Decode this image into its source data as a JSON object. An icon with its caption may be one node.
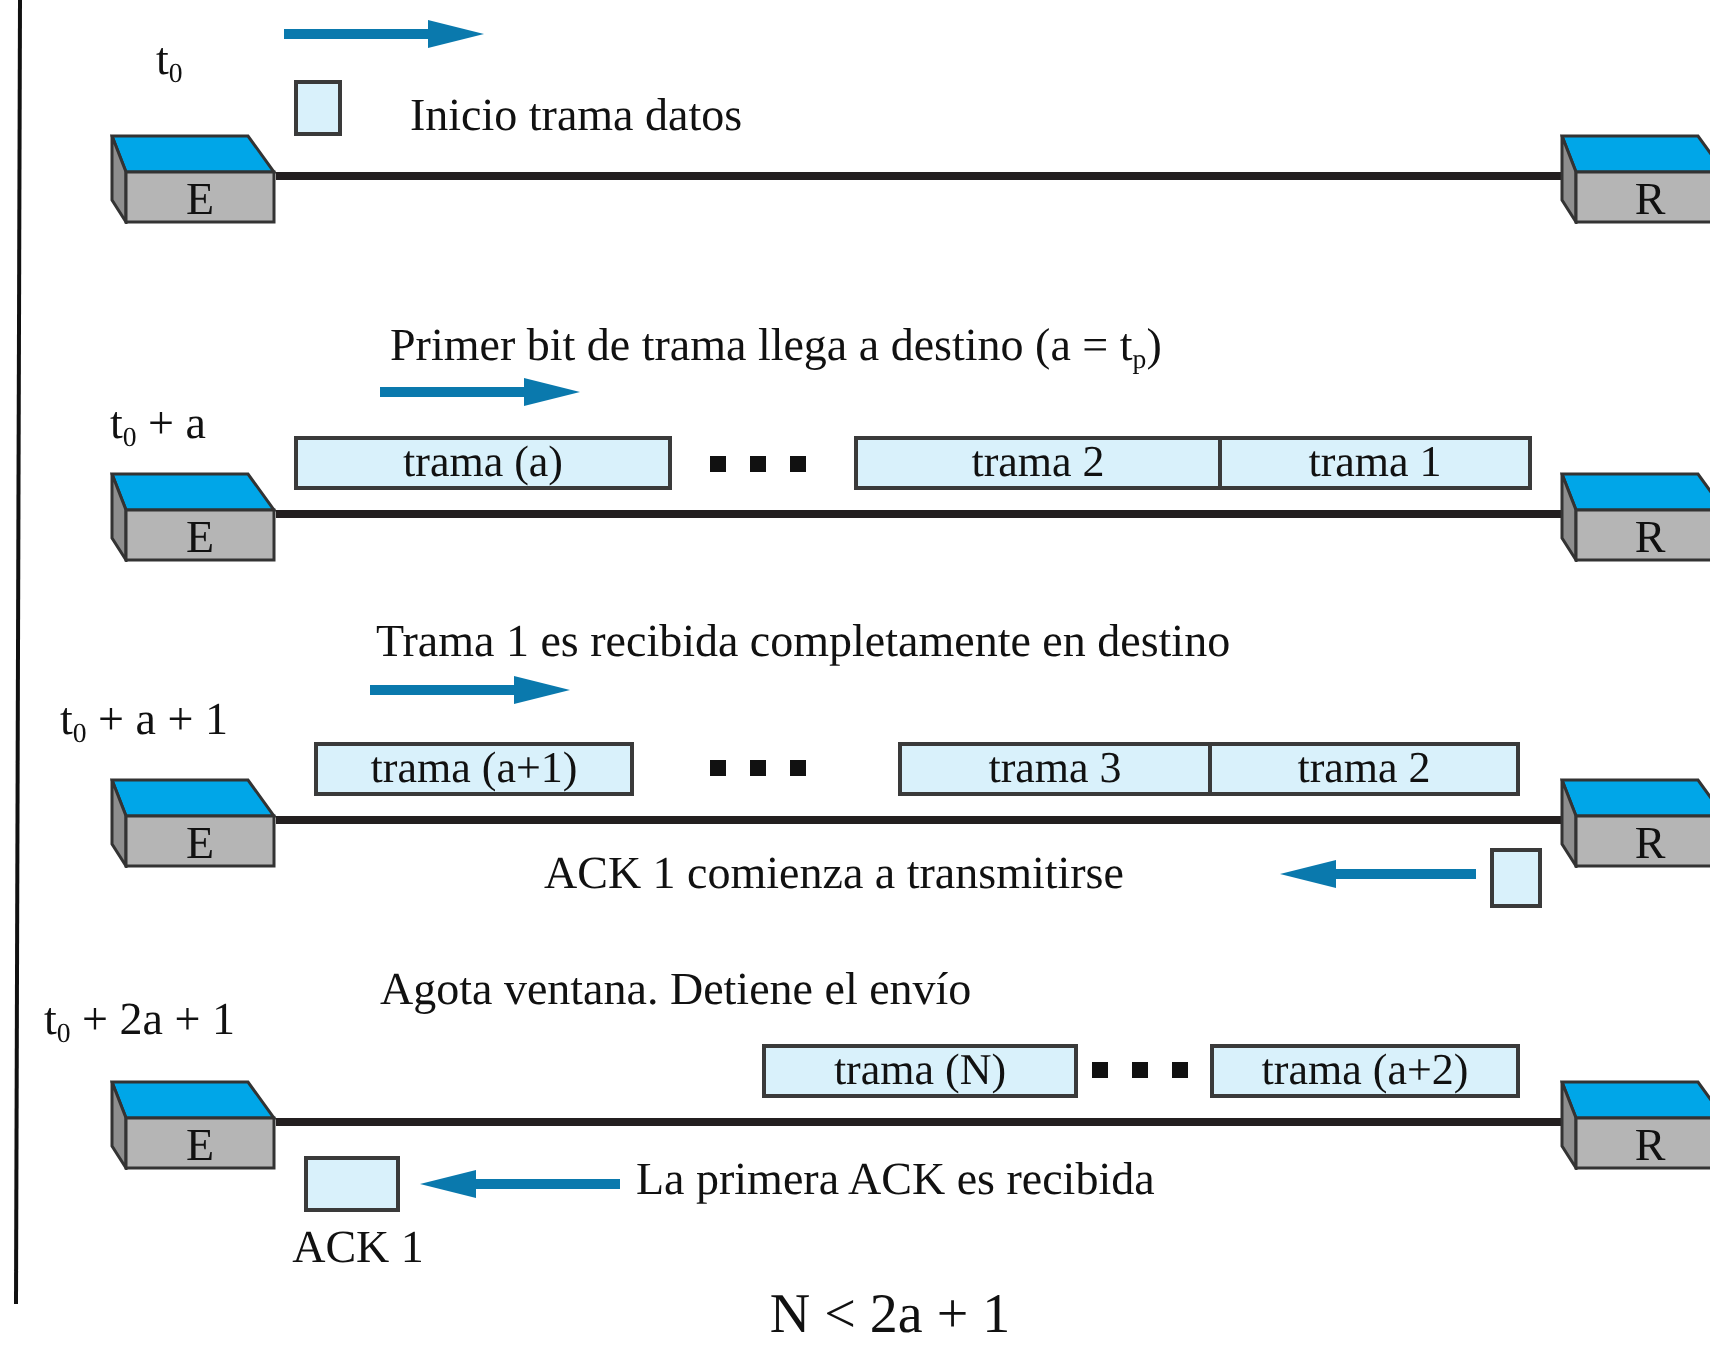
{
  "diagram": {
    "caption": "N < 2a + 1",
    "nodes": [
      {
        "text": [
          "E"
        ]
      },
      {
        "text": [
          "R"
        ]
      },
      {
        "text": [],
        "shape": "box"
      },
      {
        "text": [
          "E"
        ]
      },
      {
        "text": [
          "R"
        ]
      },
      {
        "text": [
          "trama (a)"
        ]
      },
      {
        "text": [
          "trama 2"
        ]
      },
      {
        "text": [
          "trama 1"
        ]
      },
      {
        "text": [
          "E"
        ]
      },
      {
        "text": [
          "R"
        ]
      },
      {
        "text": [
          "trama (a+1)"
        ]
      },
      {
        "text": [
          "trama 3"
        ]
      },
      {
        "text": [
          "trama 2"
        ]
      },
      {
        "text": [],
        "shape": "box"
      },
      {
        "text": [
          "E"
        ]
      },
      {
        "text": [
          "R"
        ]
      },
      {
        "text": [
          "trama (N)"
        ]
      },
      {
        "text": [
          "trama (a+2)"
        ]
      },
      {
        "text": [
          "ACK 1"
        ]
      }
    ],
    "edges": [
      {
        "from": 0,
        "to": 1,
        "arrow": "none"
      },
      {
        "from": 3,
        "to": 4,
        "arrow": "none"
      },
      {
        "from": 8,
        "to": 9,
        "arrow": "none"
      },
      {
        "from": 14,
        "to": 15,
        "arrow": "none"
      }
    ],
    "labels": [
      "t$_{0}$",
      "Inicio trama datos",
      "Primer bit de trama llega a destino (a = t$_{p}$)",
      "t$_{0}$ + a",
      "Trama 1 es recibida completamente en destino",
      "t$_{0}$ + a + 1",
      "ACK 1 comienza a transmitirse",
      "Agota ventana. Detiene el envío",
      "t$_{0}$ + 2a + 1",
      "La primera ACK es recibida"
    ]
  }
}
